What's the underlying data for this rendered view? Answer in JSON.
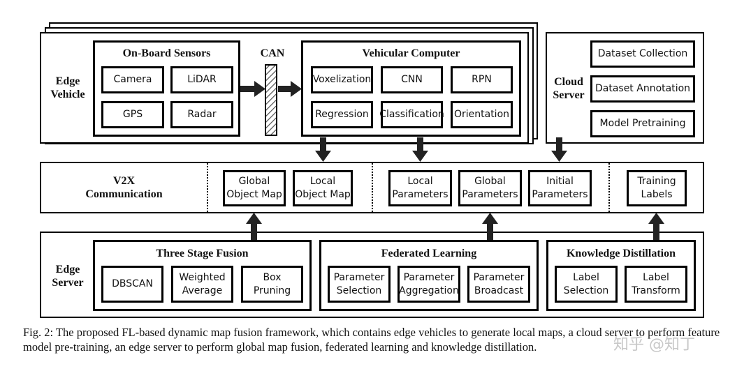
{
  "edge_vehicle": {
    "label": "Edge\nVehicle",
    "sensors": {
      "title": "On-Board Sensors",
      "items": [
        "Camera",
        "LiDAR",
        "GPS",
        "Radar"
      ]
    },
    "can_label": "CAN",
    "computer": {
      "title": "Vehicular Computer",
      "items": [
        "Voxelization",
        "CNN",
        "RPN",
        "Regression",
        "Classification",
        "Orientation"
      ]
    }
  },
  "cloud_server": {
    "label": "Cloud\nServer",
    "items": [
      "Dataset Collection",
      "Dataset Annotation",
      "Model Pretraining"
    ]
  },
  "v2x": {
    "label": "V2X\nCommunication",
    "items": [
      "Global\nObject Map",
      "Local\nObject Map",
      "Local\nParameters",
      "Global\nParameters",
      "Initial\nParameters",
      "Training\nLabels"
    ]
  },
  "edge_server": {
    "label": "Edge\nServer",
    "fusion": {
      "title": "Three Stage Fusion",
      "items": [
        "DBSCAN",
        "Weighted\nAverage",
        "Box\nPruning"
      ]
    },
    "federated": {
      "title": "Federated Learning",
      "items": [
        "Parameter\nSelection",
        "Parameter\nAggregation",
        "Parameter\nBroadcast"
      ]
    },
    "distillation": {
      "title": "Knowledge Distillation",
      "items": [
        "Label\nSelection",
        "Label\nTransform"
      ]
    }
  },
  "caption": "Fig. 2: The proposed FL-based dynamic map fusion framework, which contains edge vehicles to generate local maps, a cloud server to perform feature model pre-training, an edge server to perform global map fusion, federated learning and knowledge distillation.",
  "watermark": "知乎 @知丁"
}
